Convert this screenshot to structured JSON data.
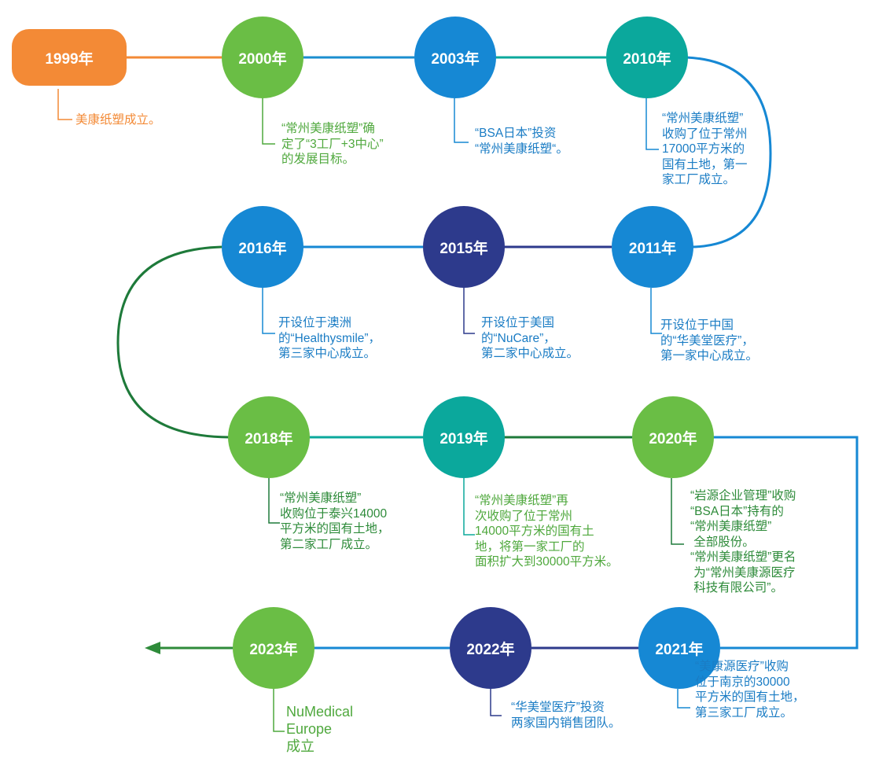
{
  "colors": {
    "orange": "#F38A36",
    "light_green": "#6ABE45",
    "blue": "#1688D4",
    "teal": "#0BA89C",
    "navy": "#2D3A8C",
    "dark_green": "#1E7A3A",
    "text_orange": "#F38A36",
    "text_green": "#4FA83D",
    "text_blue": "#1A7CC4",
    "text_dgreen": "#2E8B3A"
  },
  "milestones": [
    {
      "year": "1999年",
      "shape": "rect",
      "color": "orange",
      "text_color": "text_orange",
      "lines": [
        "美康纸塑成立。"
      ]
    },
    {
      "year": "2000年",
      "shape": "circle",
      "color": "light_green",
      "text_color": "text_green",
      "lines": [
        "“常州美康纸塑”确",
        "定了“3工厂+3中心”",
        "的发展目标。"
      ]
    },
    {
      "year": "2003年",
      "shape": "circle",
      "color": "blue",
      "text_color": "text_blue",
      "lines": [
        "“BSA日本”投资",
        "“常州美康纸塑“。"
      ]
    },
    {
      "year": "2010年",
      "shape": "circle",
      "color": "teal",
      "text_color": "text_blue",
      "lines": [
        "“常州美康纸塑”",
        "收购了位于常州",
        "17000平方米的",
        "国有土地，第一",
        "家工厂成立。"
      ]
    },
    {
      "year": "2011年",
      "shape": "circle",
      "color": "blue",
      "text_color": "text_blue",
      "lines": [
        "开设位于中国",
        "的“华美堂医疗”，",
        "第一家中心成立。"
      ]
    },
    {
      "year": "2015年",
      "shape": "circle",
      "color": "navy",
      "text_color": "text_blue",
      "lines": [
        "开设位于美国",
        "的“NuCare”，",
        "第二家中心成立。"
      ]
    },
    {
      "year": "2016年",
      "shape": "circle",
      "color": "blue",
      "text_color": "text_blue",
      "lines": [
        "开设位于澳洲",
        "的“Healthysmile”，",
        "第三家中心成立。"
      ]
    },
    {
      "year": "2018年",
      "shape": "circle",
      "color": "light_green",
      "text_color": "text_dgreen",
      "lines": [
        "“常州美康纸塑”",
        "收购位于泰兴14000",
        "平方米的国有土地，",
        "第二家工厂成立。"
      ]
    },
    {
      "year": "2019年",
      "shape": "circle",
      "color": "teal",
      "text_color": "text_green",
      "lines": [
        "“常州美康纸塑”再",
        "次收购了位于常州",
        "14000平方米的国有土",
        "地，将第一家工厂的",
        "面积扩大到30000平方米。"
      ]
    },
    {
      "year": "2020年",
      "shape": "circle",
      "color": "light_green",
      "text_color": "text_dgreen",
      "lines": [
        "“岩源企业管理”收购",
        "“BSA日本”持有的",
        "“常州美康纸塑”",
        " 全部股份。",
        "“常州美康纸塑”更名",
        " 为“常州美康源医疗",
        " 科技有限公司”。"
      ]
    },
    {
      "year": "2021年",
      "shape": "circle",
      "color": "blue",
      "text_color": "text_blue",
      "lines": [
        "“美康源医疗”收购",
        "位于南京的30000",
        "平方米的国有土地，",
        "第三家工厂成立。"
      ]
    },
    {
      "year": "2022年",
      "shape": "circle",
      "color": "navy",
      "text_color": "text_blue",
      "lines": [
        "“华美堂医疗”投资",
        "两家国内销售团队。"
      ]
    },
    {
      "year": "2023年",
      "shape": "circle",
      "color": "light_green",
      "text_color": "text_green",
      "lines": [
        "NuMedical",
        "Europe",
        "成立"
      ]
    }
  ]
}
